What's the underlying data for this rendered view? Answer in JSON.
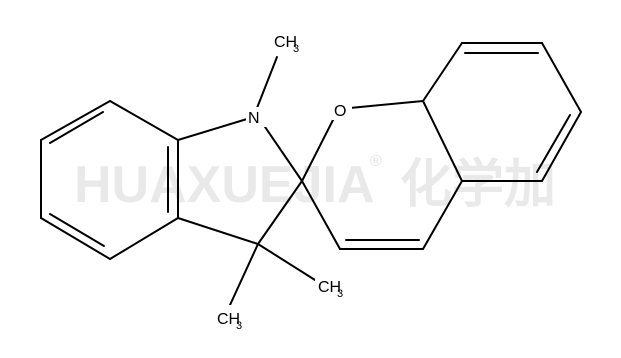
{
  "molecule": {
    "atoms": {
      "nitrogen": "N",
      "oxygen": "O",
      "n_methyl": {
        "main": "CH",
        "sub": "3"
      },
      "methyl_right": {
        "main": "CH",
        "sub": "3"
      },
      "methyl_bottom": {
        "main": "CH",
        "sub": "3"
      }
    }
  },
  "watermark": {
    "text": "HUAXUEJIA",
    "registered": "®",
    "cn": "化学加"
  }
}
